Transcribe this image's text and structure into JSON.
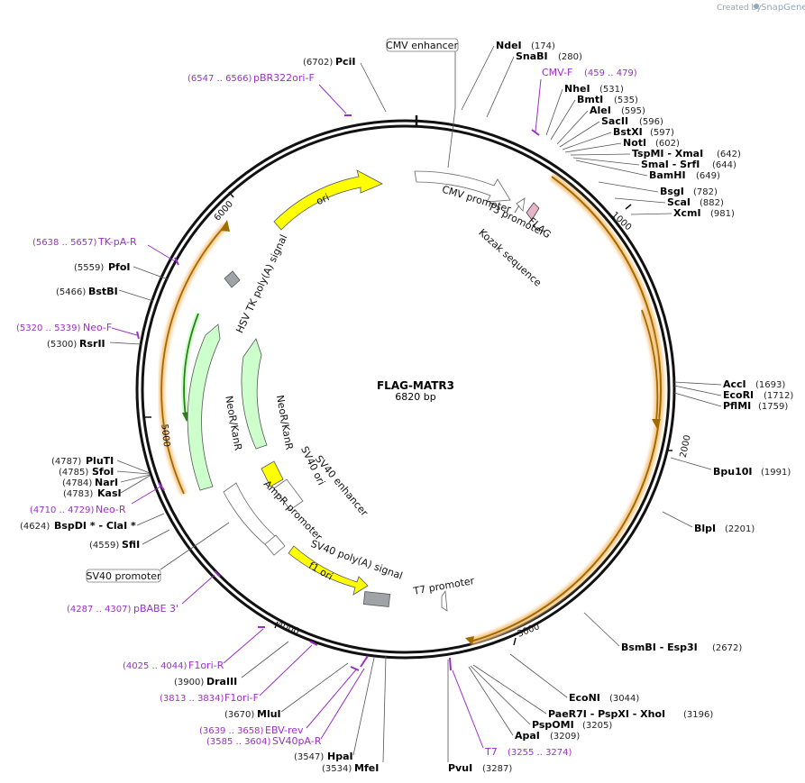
{
  "credit": {
    "created_by": "Created by",
    "brand": "SnapGene"
  },
  "plasmid": {
    "name": "FLAG-MATR3",
    "size": "6820 bp"
  },
  "ticks": [
    "1000",
    "2000",
    "3000",
    "4000",
    "5000",
    "6000"
  ],
  "sites": [
    {
      "name": "NdeI",
      "pos": "(174)"
    },
    {
      "name": "SnaBI",
      "pos": "(280)"
    },
    {
      "name": "NheI",
      "pos": "(531)"
    },
    {
      "name": "BmtI",
      "pos": "(535)"
    },
    {
      "name": "AleI",
      "pos": "(595)"
    },
    {
      "name": "SacII",
      "pos": "(596)"
    },
    {
      "name": "BstXI",
      "pos": "(597)"
    },
    {
      "name": "NotI",
      "pos": "(602)"
    },
    {
      "name": "TspMI - XmaI",
      "pos": "(642)"
    },
    {
      "name": "SmaI - SrfI",
      "pos": "(644)"
    },
    {
      "name": "BamHI",
      "pos": "(649)"
    },
    {
      "name": "BsgI",
      "pos": "(782)"
    },
    {
      "name": "ScaI",
      "pos": "(882)"
    },
    {
      "name": "XcmI",
      "pos": "(981)"
    },
    {
      "name": "AccI",
      "pos": "(1693)"
    },
    {
      "name": "EcoRI",
      "pos": "(1712)"
    },
    {
      "name": "PflMI",
      "pos": "(1759)"
    },
    {
      "name": "Bpu10I",
      "pos": "(1991)"
    },
    {
      "name": "BlpI",
      "pos": "(2201)"
    },
    {
      "name": "BsmBI - Esp3I",
      "pos": "(2672)"
    },
    {
      "name": "EcoNI",
      "pos": "(3044)"
    },
    {
      "name": "PaeR7I - PspXI - XhoI",
      "pos": "(3196)"
    },
    {
      "name": "PspOMI",
      "pos": "(3205)"
    },
    {
      "name": "ApaI",
      "pos": "(3209)"
    },
    {
      "name": "PvuI",
      "pos": "(3287)"
    },
    {
      "name": "MfeI",
      "pos": "(3534)"
    },
    {
      "name": "HpaI",
      "pos": "(3547)"
    },
    {
      "name": "MluI",
      "pos": "(3670)"
    },
    {
      "name": "DraIII",
      "pos": "(3900)"
    },
    {
      "name": "SfiI",
      "pos": "(4559)"
    },
    {
      "name": "BspDI * - ClaI *",
      "pos": "(4624)"
    },
    {
      "name": "KasI",
      "pos": "(4783)"
    },
    {
      "name": "NarI",
      "pos": "(4784)"
    },
    {
      "name": "SfoI",
      "pos": "(4785)"
    },
    {
      "name": "PluTI",
      "pos": "(4787)"
    },
    {
      "name": "RsrII",
      "pos": "(5300)"
    },
    {
      "name": "BstBI",
      "pos": "(5466)"
    },
    {
      "name": "PfoI",
      "pos": "(5559)"
    },
    {
      "name": "PciI",
      "pos": "(6702)"
    }
  ],
  "primers": [
    {
      "name": "CMV-F",
      "pos": "(459 .. 479)"
    },
    {
      "name": "T7",
      "pos": "(3255 .. 3274)"
    },
    {
      "name": "SV40pA-R",
      "pos": "(3585 .. 3604)"
    },
    {
      "name": "EBV-rev",
      "pos": "(3639 .. 3658)"
    },
    {
      "name": "F1ori-F",
      "pos": "(3813 .. 3834)"
    },
    {
      "name": "F1ori-R",
      "pos": "(4025 .. 4044)"
    },
    {
      "name": "pBABE 3'",
      "pos": "(4287 .. 4307)"
    },
    {
      "name": "Neo-R",
      "pos": "(4710 .. 4729)"
    },
    {
      "name": "Neo-F",
      "pos": "(5320 .. 5339)"
    },
    {
      "name": "TK-pA-R",
      "pos": "(5638 .. 5657)"
    },
    {
      "name": "pBR322ori-F",
      "pos": "(6547 .. 6566)"
    }
  ],
  "features": {
    "cmv_enhancer": "CMV enhancer",
    "sv40_promoter": "SV40 promoter",
    "cmv_promoter": "CMV promoter",
    "t3_promoter": "T3 promoter",
    "flag": "FLAG",
    "kozak": "Kozak sequence",
    "ori": "ori",
    "hsv_tk": "HSV TK poly(A) signal",
    "neor_outer": "NeoR/KanR",
    "neor_inner": "NeoR/KanR",
    "sv40_ori": "SV40 ori",
    "sv40_enhancer": "SV40 enhancer",
    "ampr_promoter": "AmpR promoter",
    "sv40_polya": "SV40 poly(A) signal",
    "f1_ori": "f1 ori",
    "t7_promoter": "T7 promoter"
  },
  "colors": {
    "primer": "#9b2fc7",
    "ori": "#ffff00",
    "neor": "#ccffcc",
    "orf_band": "#f6c98a",
    "orf_arrow": "#a36a00",
    "polya": "#a0a4a8"
  }
}
